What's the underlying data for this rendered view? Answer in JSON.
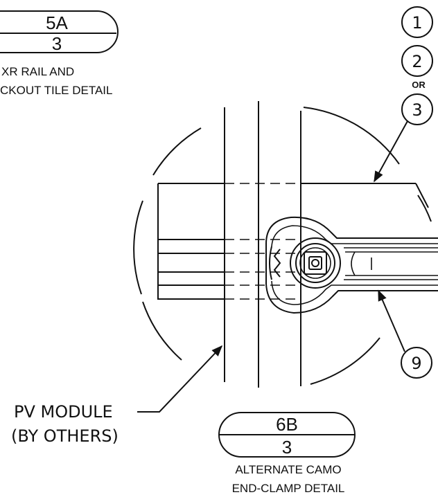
{
  "tag_5a": {
    "top": "5A",
    "bottom": "3"
  },
  "detail_5a_caption": {
    "line1": "XR RAIL AND",
    "line2": "CKOUT TILE DETAIL"
  },
  "callouts": {
    "c1": "1",
    "c2": "2",
    "or": "OR",
    "c3": "3",
    "c9": "9"
  },
  "pv_module": {
    "line1": "PV MODULE",
    "line2": "(BY OTHERS)"
  },
  "tag_6b": {
    "top": "6B",
    "bottom": "3"
  },
  "detail_6b_caption": {
    "line1": "ALTERNATE CAMO",
    "line2": "END-CLAMP DETAIL"
  }
}
